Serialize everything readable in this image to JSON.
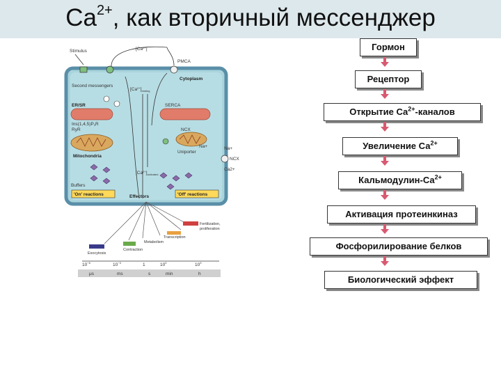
{
  "title": {
    "base": "Ca",
    "sup": "2+",
    "rest": ", как вторичный мессенджер"
  },
  "figure": {
    "stimulus": "Stimulus",
    "ca_ext": "[Ca",
    "ca_ext_rest": "]",
    "pmca": "PMCA",
    "cytoplasm": "Cytoplasm",
    "second_messengers": "Second messengers",
    "ca_resting": "[Ca",
    "ca_resting_sub": "resting",
    "er_sr": "ER/SR",
    "serca": "SERCA",
    "ins": "Ins(1,4,5)P",
    "ins_r": "R",
    "ryr": "RyR",
    "ncx_in": "NCX",
    "uniporter": "Uniporter",
    "na_in": "Na+",
    "mitochondria": "Mitochondria",
    "na_out": "Na+",
    "ncx_out": "NCX",
    "ca_out": "Ca2+",
    "buffers": "Buffers",
    "ca_activated": "[Ca",
    "ca_activated_sub": "activated",
    "on_reactions": "'On' reactions",
    "off_reactions": "'Off' reactions",
    "effectors": "Effectors",
    "fertilization": "Fertilization,",
    "proliferation": "proliferation",
    "transcription": "Transcription",
    "metabolism": "Metabolism",
    "contraction": "Contraction",
    "exocytosis": "Exocytosis",
    "ticks": [
      "10",
      "10",
      "1",
      "10",
      "10"
    ],
    "tick_exps": [
      "−6",
      "−3",
      "",
      "0",
      "3"
    ],
    "tick_exps2": [
      "",
      "",
      "",
      "0",
      ""
    ],
    "units": [
      "μs",
      "ms",
      "s",
      "min",
      "h"
    ]
  },
  "flow": [
    {
      "text": "Гормон",
      "sup": "",
      "tail": ""
    },
    {
      "text": "Рецептор",
      "sup": "",
      "tail": ""
    },
    {
      "text": "Открытие Са",
      "sup": "2+",
      "tail": "-каналов"
    },
    {
      "text": "Увеличение Са",
      "sup": "2+",
      "tail": ""
    },
    {
      "text": "Кальмодулин-Са",
      "sup": "2+",
      "tail": ""
    },
    {
      "text": "Активация протеинкиназ",
      "sup": "",
      "tail": ""
    },
    {
      "text": "Фосфорилирование белков",
      "sup": "",
      "tail": ""
    },
    {
      "text": "Биологический эффект",
      "sup": "",
      "tail": ""
    }
  ],
  "colors": {
    "cell_fill": "#a9d4dc",
    "cell_border": "#5a8fa8",
    "er": "#e17b6a",
    "arrow": "#d85a70"
  }
}
